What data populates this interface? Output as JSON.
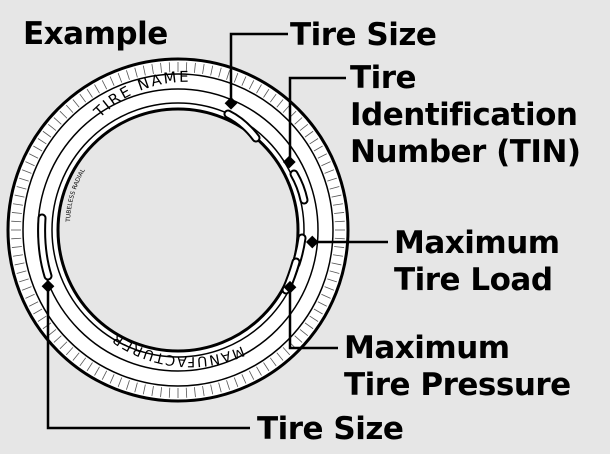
{
  "example_label": "Example",
  "tire": {
    "top_text": "TIRE NAME",
    "bottom_text": "MANUFACTURER",
    "small_text_1": "TUBELESS",
    "small_text_2": "RADIAL"
  },
  "callouts": [
    {
      "id": "tire-size-top",
      "lines": [
        "Tire Size"
      ]
    },
    {
      "id": "tin",
      "lines": [
        "Tire",
        "Identification",
        "Number (TIN)"
      ]
    },
    {
      "id": "max-load",
      "lines": [
        "Maximum",
        "Tire Load"
      ]
    },
    {
      "id": "max-pressure",
      "lines": [
        "Maximum",
        "Tire Pressure"
      ]
    },
    {
      "id": "tire-size-bottom",
      "lines": [
        "Tire Size"
      ]
    }
  ]
}
